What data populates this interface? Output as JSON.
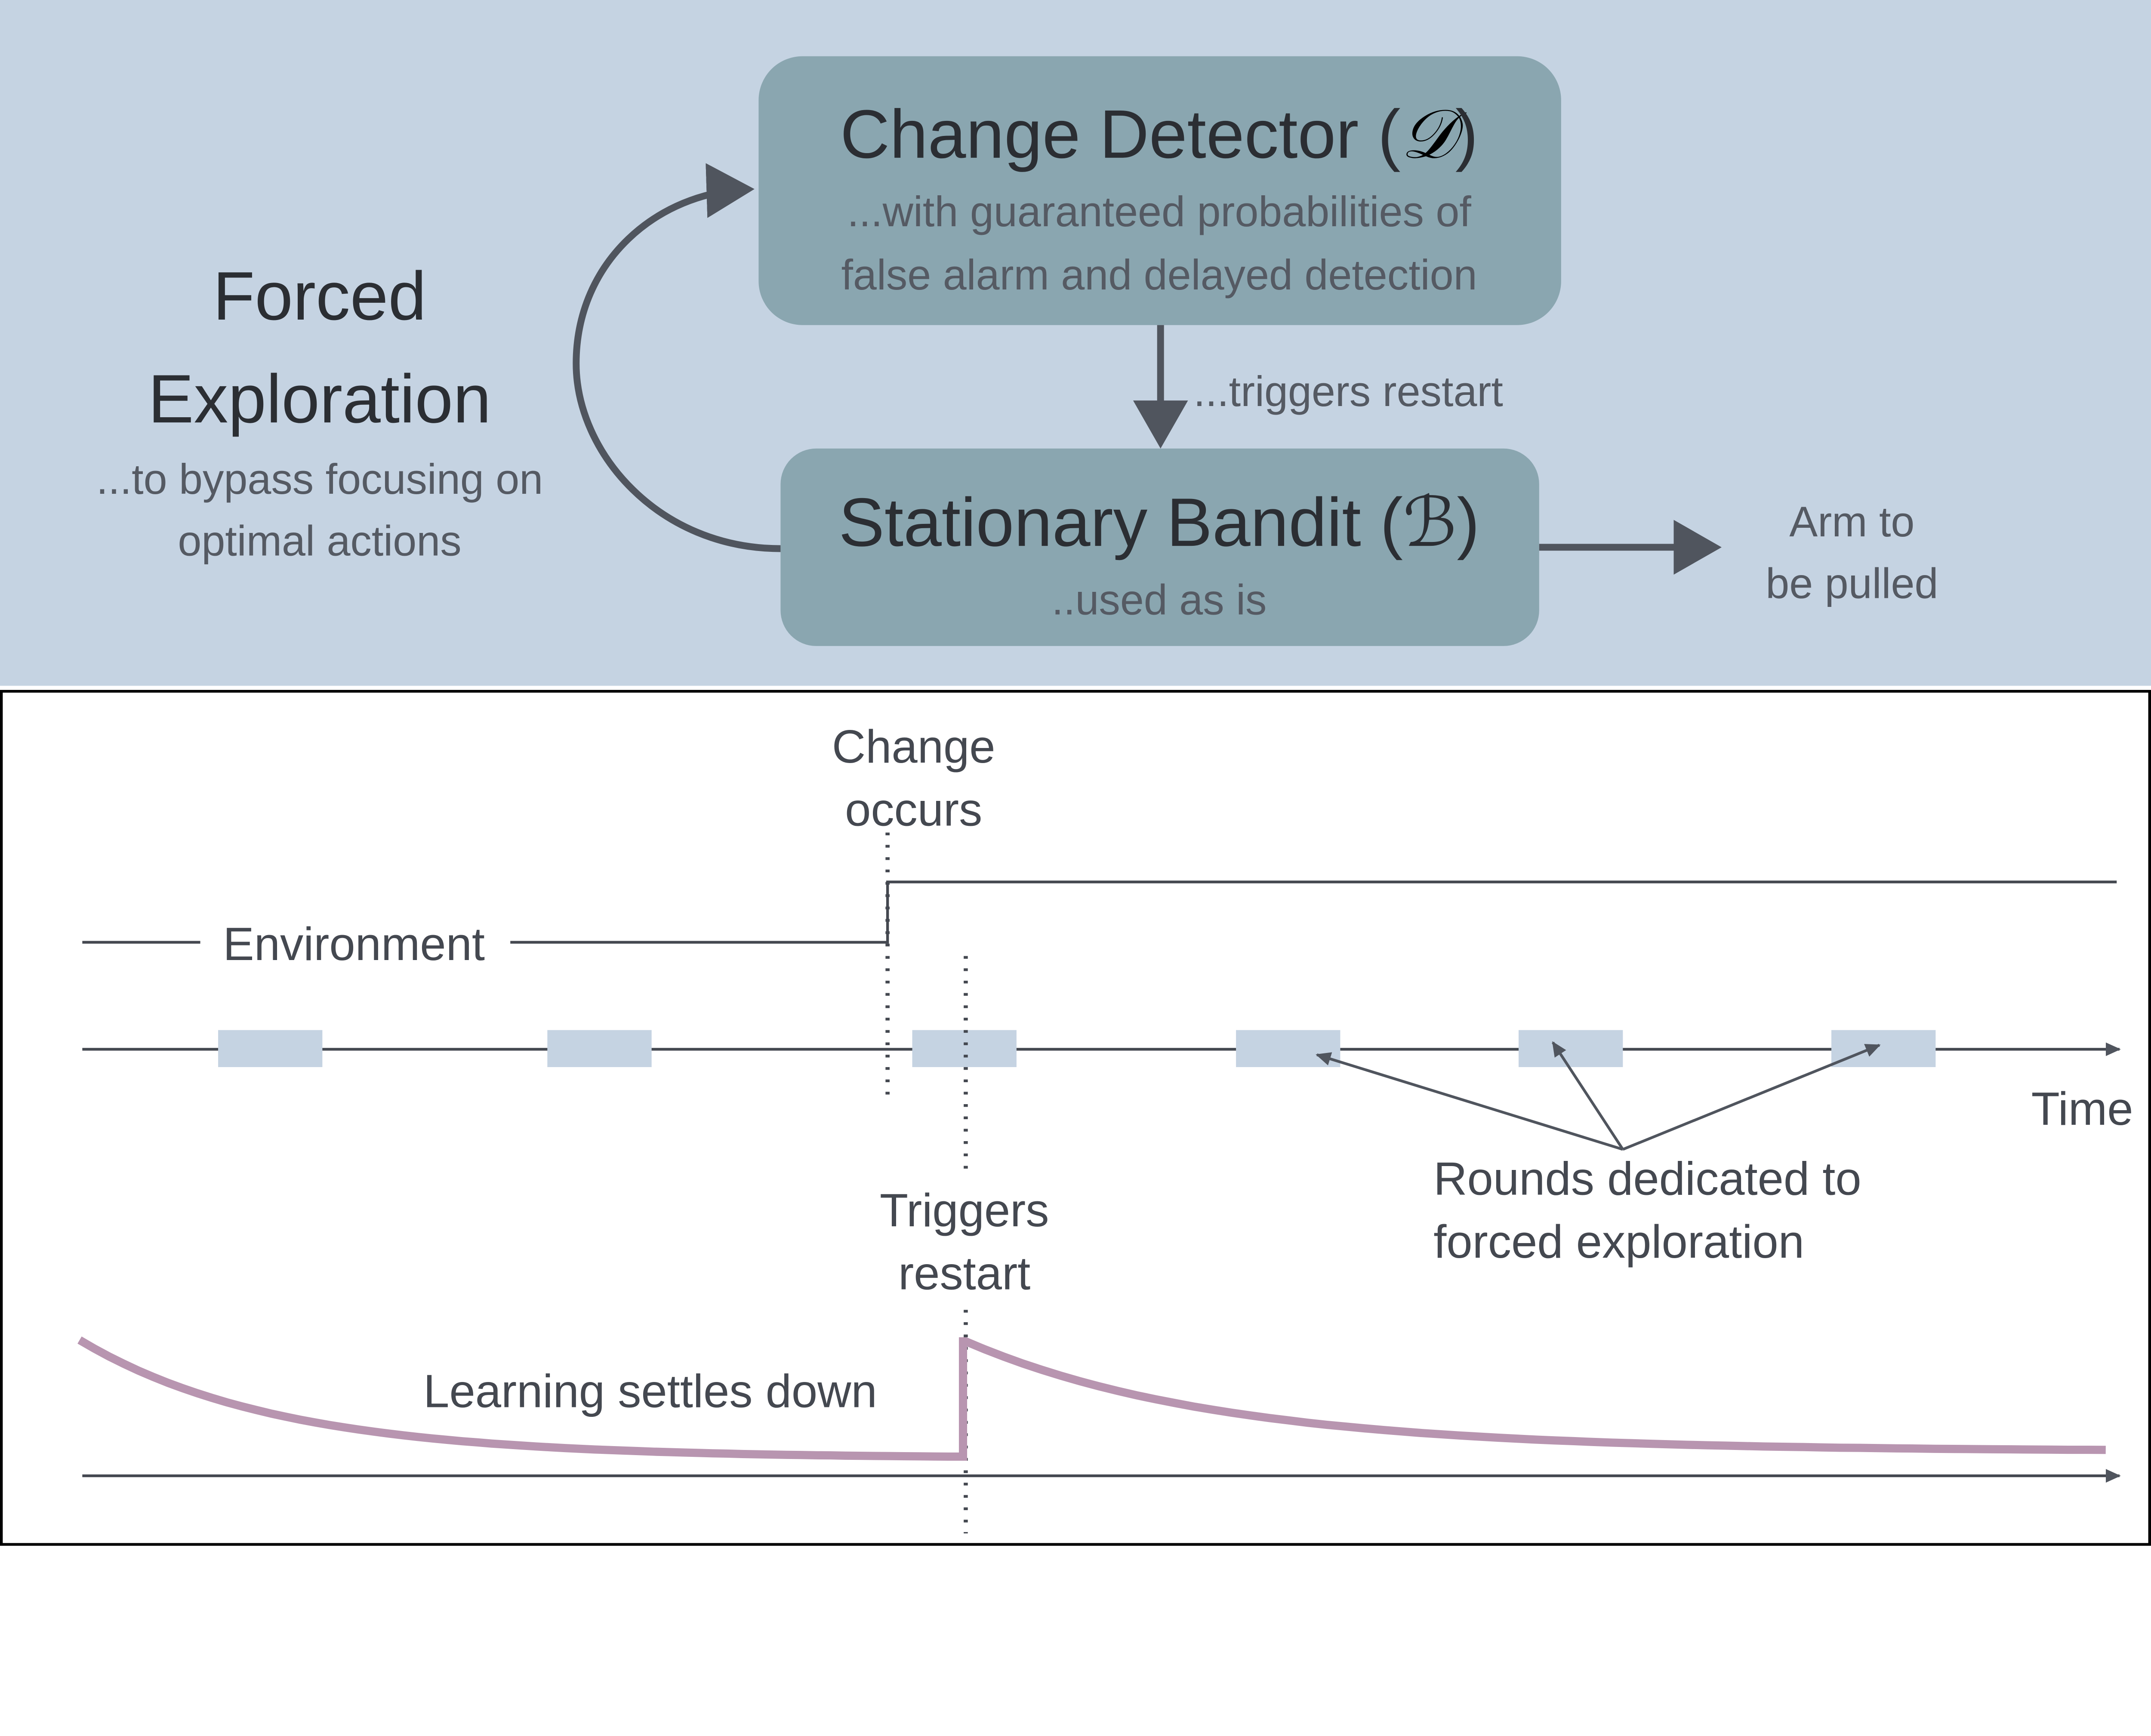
{
  "top_panel": {
    "change_detector": {
      "title": "Change Detector (",
      "symbol": "𝒟",
      "close": ")",
      "subtitle_line1": "...with guaranteed probabilities of",
      "subtitle_line2": "false alarm and delayed detection"
    },
    "triggers_label": "...triggers restart",
    "stationary_bandit": {
      "title": "Stationary Bandit (",
      "symbol": "ℬ",
      "close": ")",
      "subtitle": "..used as is"
    },
    "forced_exploration": {
      "title_line1": "Forced",
      "title_line2": "Exploration",
      "subtitle_line1": "...to bypass focusing on",
      "subtitle_line2": "optimal actions"
    },
    "output": {
      "line1": "Arm to",
      "line2": "be pulled"
    }
  },
  "bottom_panel": {
    "change_occurs_line1": "Change",
    "change_occurs_line2": "occurs",
    "environment": "Environment",
    "time": "Time",
    "rounds_line1": "Rounds dedicated to",
    "rounds_line2": "forced exploration",
    "triggers_line1": "Triggers",
    "triggers_line2": "restart",
    "learning": "Learning settles down"
  },
  "colors": {
    "top_background": "#c5d3e2",
    "box_fill": "#8aa6b0",
    "arrow": "#50555e",
    "exploration_block": "#c5d3e2",
    "learning_curve": "#b895b0"
  }
}
